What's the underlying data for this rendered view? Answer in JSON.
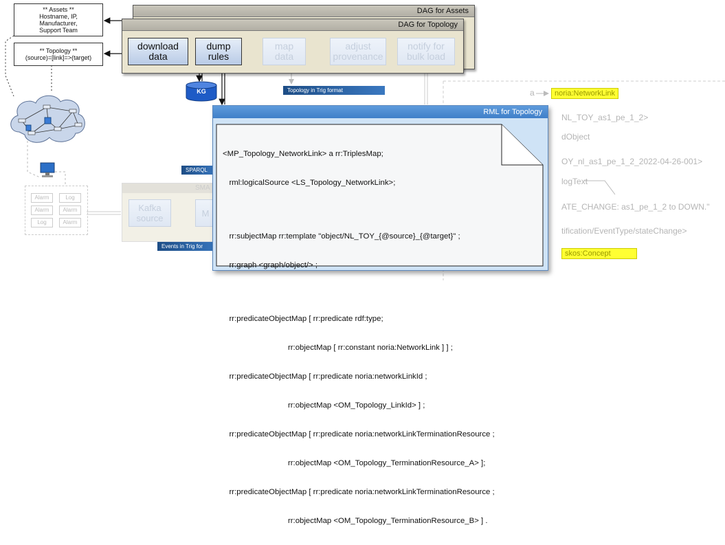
{
  "notes": {
    "assets": [
      "** Assets **",
      "Hostname, IP,",
      "Manufacturer,",
      "Support Team"
    ],
    "topology": [
      "** Topology **",
      "(source)=[link]=>(target)"
    ]
  },
  "dags": {
    "assets_title": "DAG for Assets",
    "topology_title": "DAG for Topology",
    "steps": [
      {
        "label": "download\ndata",
        "active": true
      },
      {
        "label": "dump\nrules",
        "active": true
      },
      {
        "label": "map\ndata",
        "active": false
      },
      {
        "label": "adjust\nprovenance",
        "active": false
      },
      {
        "label": "notify for\nbulk load",
        "active": false
      }
    ]
  },
  "kg_label": "KG",
  "tags": {
    "topology_trig": "Topology in Trig format",
    "sparql": "SPARQL",
    "events_trig": "Events in Trig for"
  },
  "streaming": {
    "partial_title": "SMA",
    "kafka": "Kafka\nsource",
    "next": "M"
  },
  "alarms": [
    [
      "Alarm",
      "Log"
    ],
    [
      "Alarm",
      "Alarm"
    ],
    [
      "Log",
      "Alarm"
    ]
  ],
  "rml": {
    "title": "RML for Topology",
    "code": [
      "<MP_Topology_NetworkLink> a rr:TriplesMap;",
      "   rml:logicalSource <LS_Topology_NetworkLink>;",
      "",
      "   rr:subjectMap rr:template \"object/NL_TOY_{@source}_{@target}\" ;",
      "   rr:graph <graph/object/> ;",
      "",
      "   rr:predicateObjectMap [ rr:predicate rdf:type;",
      "                              rr:objectMap [ rr:constant noria:NetworkLink ] ] ;",
      "   rr:predicateObjectMap [ rr:predicate noria:networkLinkId ;",
      "                              rr:objectMap <OM_Topology_LinkId> ] ;",
      "   rr:predicateObjectMap [ rr:predicate noria:networkLinkTerminationResource ;",
      "                              rr:objectMap <OM_Topology_TerminationResource_A> ];",
      "   rr:predicateObjectMap [ rr:predicate noria:networkLinkTerminationResource ;",
      "                              rr:objectMap <OM_Topology_TerminationResource_B> ] ."
    ]
  },
  "background_graph": {
    "arrow_label": "a",
    "class_label": "noria:NetworkLink",
    "fragments": [
      "NL_TOY_as1_pe_1_2>",
      "dObject",
      "OY_nl_as1_pe_1_2_2022-04-26-001>",
      "logText",
      "ATE_CHANGE: as1_pe_1_2 to DOWN.\"",
      "tification/EventType/stateChange>"
    ],
    "concept_label": "skos:Concept"
  }
}
